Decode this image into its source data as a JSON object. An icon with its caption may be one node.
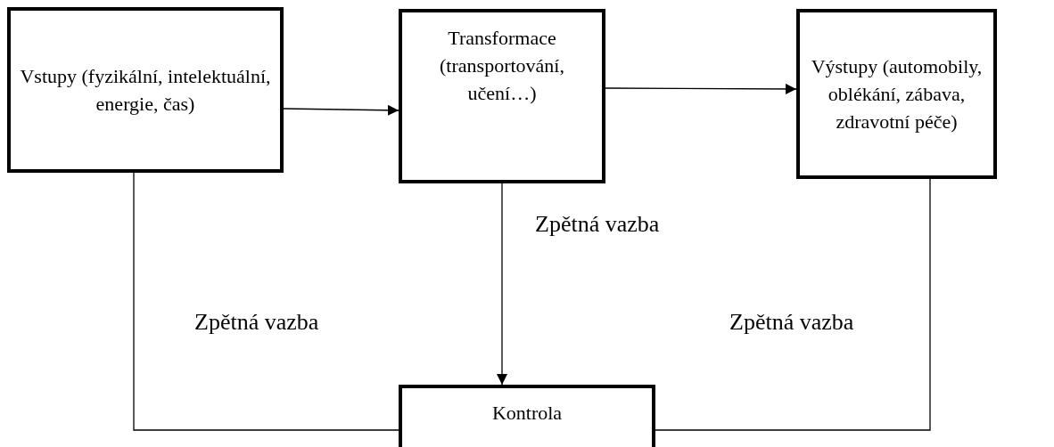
{
  "diagram": {
    "nodes": [
      {
        "text": [
          "Vstupy (fyzikální, intelektuální, energie, čas)"
        ]
      },
      {
        "text": [
          "Transformace (transportování, učení…)"
        ]
      },
      {
        "text": [
          "Výstupy (automobily, oblékání, zábava, zdravotní péče)"
        ]
      },
      {
        "text": [
          "Kontrola"
        ]
      }
    ],
    "edges": [
      {
        "from": 0,
        "to": 1,
        "arrow": "to"
      },
      {
        "from": 1,
        "to": 2,
        "arrow": "to"
      },
      {
        "from": 1,
        "to": 3,
        "arrow": "to",
        "label": "Zpětná vazba"
      },
      {
        "from": 0,
        "to": 3,
        "arrow": "none",
        "label": "Zpětná vazba"
      },
      {
        "from": 2,
        "to": 3,
        "arrow": "none",
        "label": "Zpětná vazba"
      }
    ]
  }
}
